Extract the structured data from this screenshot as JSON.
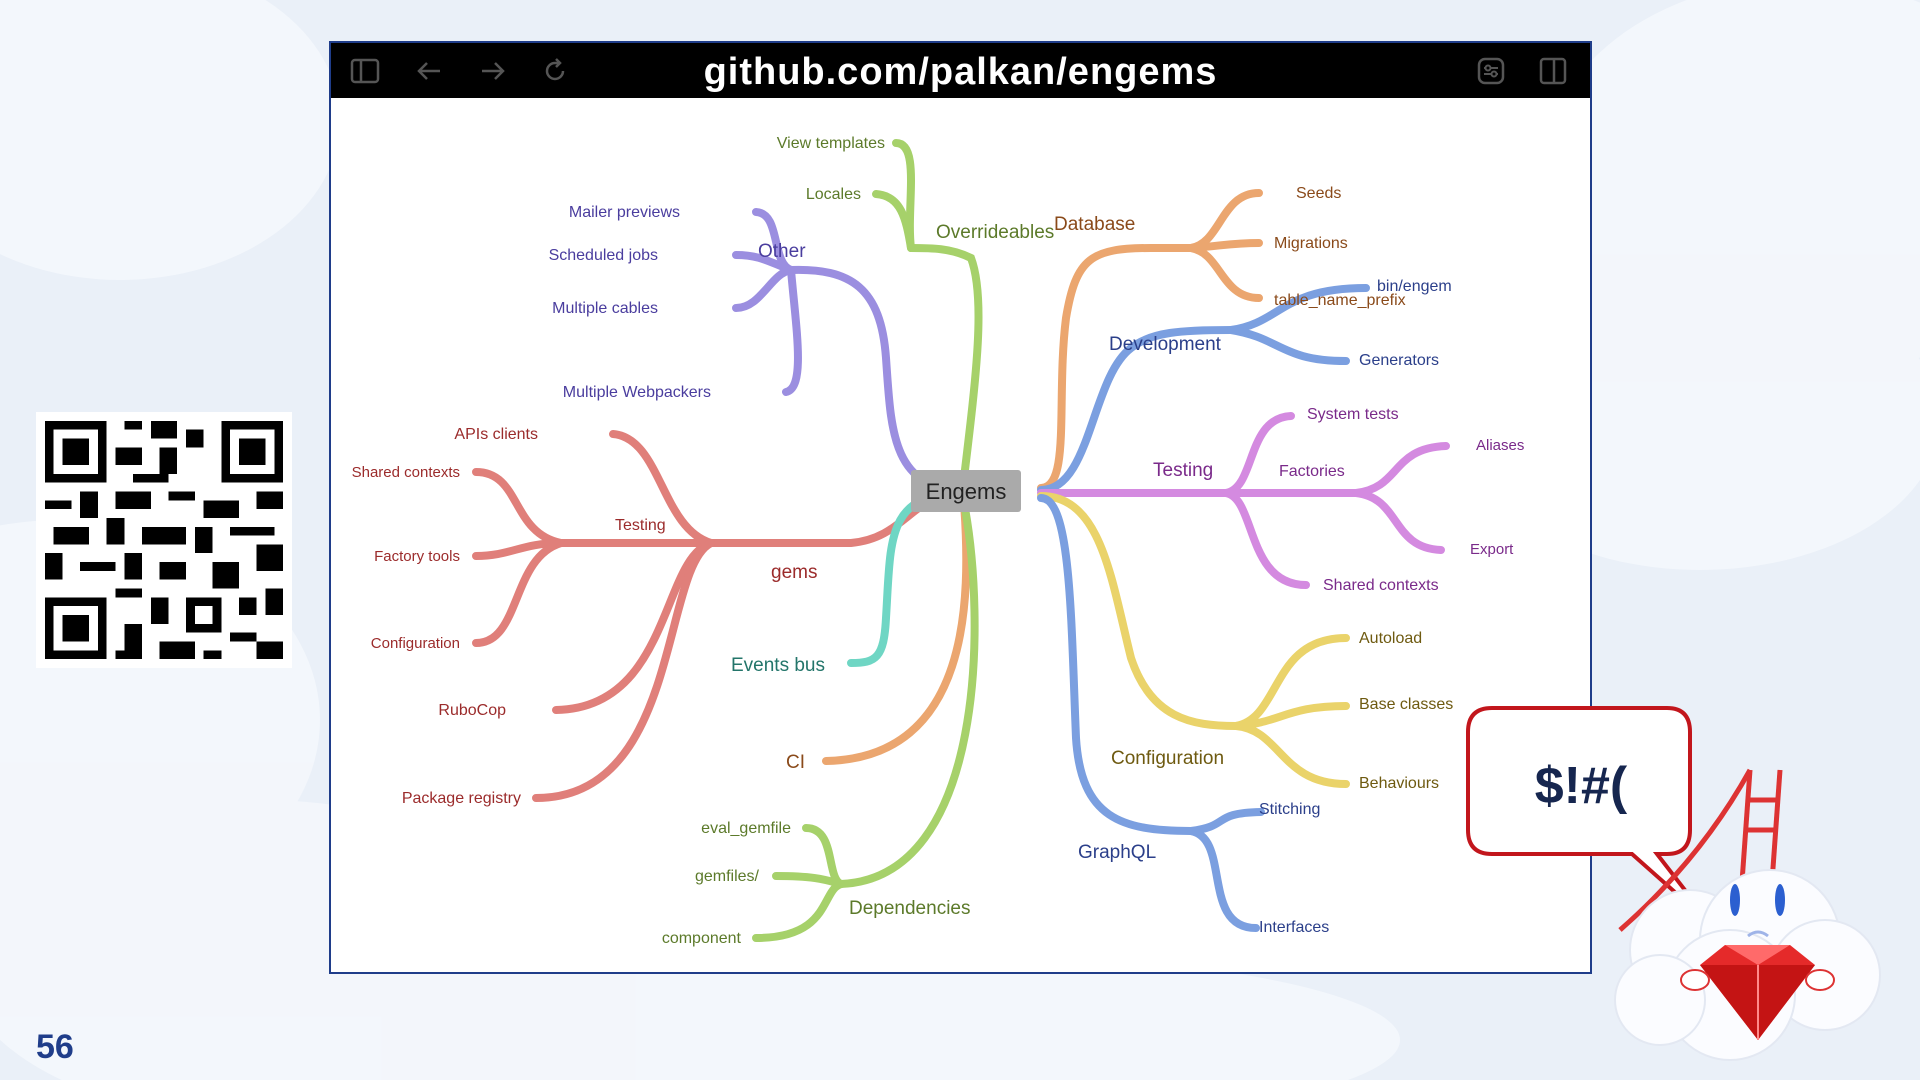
{
  "browser": {
    "url": "github.com/palkan/engems",
    "icons": [
      "sidebar-icon",
      "back-arrow-icon",
      "forward-arrow-icon",
      "reload-icon",
      "settings-sliders-icon",
      "split-view-icon"
    ]
  },
  "mindmap": {
    "root": "Engems",
    "branches": {
      "overrideables": {
        "label": "Overrideables",
        "color": "#a6d16a",
        "children": [
          "View templates",
          "Locales"
        ]
      },
      "other": {
        "label": "Other",
        "color": "#9b8ee0",
        "children": [
          "Mailer previews",
          "Scheduled jobs",
          "Multiple cables",
          "Multiple Webpackers"
        ]
      },
      "gems": {
        "label": "gems",
        "color": "#e07f7a",
        "testing": {
          "label": "Testing",
          "children": [
            "APIs clients",
            "Shared contexts",
            "Factory tools",
            "Configuration"
          ]
        },
        "children": [
          "RuboCop",
          "Package registry"
        ]
      },
      "events_bus": {
        "label": "Events bus",
        "color": "#6fd6c4"
      },
      "ci": {
        "label": "CI",
        "color": "#eba66f"
      },
      "dependencies": {
        "label": "Dependencies",
        "color": "#a6d16a",
        "children": [
          "eval_gemfile",
          "gemfiles/",
          "component"
        ]
      },
      "database": {
        "label": "Database",
        "color": "#eba66f",
        "children": [
          "Seeds",
          "Migrations",
          "table_name_prefix"
        ]
      },
      "development": {
        "label": "Development",
        "color": "#7b9fe0",
        "children": [
          "bin/engem",
          "Generators"
        ]
      },
      "testing": {
        "label": "Testing",
        "color": "#d48ae0",
        "system_tests": "System tests",
        "factories": {
          "label": "Factories",
          "children": [
            "Aliases",
            "Export"
          ]
        },
        "shared_contexts": "Shared contexts"
      },
      "configuration": {
        "label": "Configuration",
        "color": "#ead36a",
        "children": [
          "Autoload",
          "Base classes",
          "Behaviours"
        ]
      },
      "graphql": {
        "label": "GraphQL",
        "color": "#7b9fe0",
        "children": [
          "Stitching",
          "Interfaces"
        ]
      }
    }
  },
  "slide": {
    "number": "56"
  },
  "bubble": {
    "text": "$!#(",
    "border_color": "#c2161c"
  }
}
